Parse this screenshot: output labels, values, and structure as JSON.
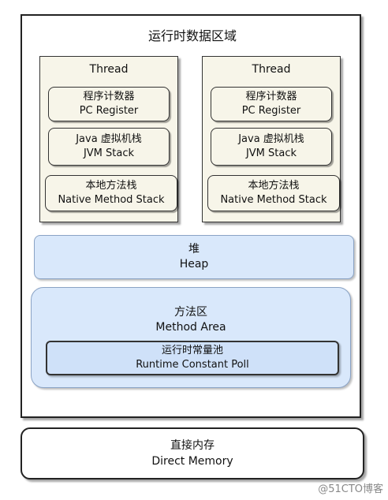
{
  "runtime_area": {
    "title": "运行时数据区域"
  },
  "threads": [
    {
      "title": "Thread",
      "pc": {
        "zh": "程序计数器",
        "en": "PC Register"
      },
      "jvm": {
        "zh": "Java 虚拟机栈",
        "en": "JVM Stack"
      },
      "native": {
        "zh": "本地方法栈",
        "en": "Native Method Stack"
      }
    },
    {
      "title": "Thread",
      "pc": {
        "zh": "程序计数器",
        "en": "PC Register"
      },
      "jvm": {
        "zh": "Java 虚拟机栈",
        "en": "JVM Stack"
      },
      "native": {
        "zh": "本地方法栈",
        "en": "Native Method Stack"
      }
    }
  ],
  "heap": {
    "zh": "堆",
    "en": "Heap"
  },
  "method_area": {
    "zh": "方法区",
    "en": "Method Area",
    "constant_pool": {
      "zh": "运行时常量池",
      "en": "Runtime Constant Poll"
    }
  },
  "direct_memory": {
    "zh": "直接内存",
    "en": "Direct Memory"
  },
  "watermark": "@51CTO博客"
}
